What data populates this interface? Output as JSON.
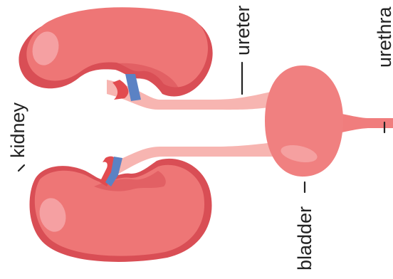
{
  "labels": {
    "kidney": "kidney",
    "ureter": "ureter",
    "urethra": "urethra",
    "bladder": "bladder"
  },
  "colors": {
    "kidney_body": "#ee7676",
    "kidney_dark": "#d94e55",
    "kidney_highlight": "#f5a0a2",
    "bladder": "#f08080",
    "bladder_highlight": "#f5a0a0",
    "ureter": "#f7b5b1",
    "artery": "#e24b4f",
    "vein": "#5b82c4",
    "label_text": "#222222"
  }
}
